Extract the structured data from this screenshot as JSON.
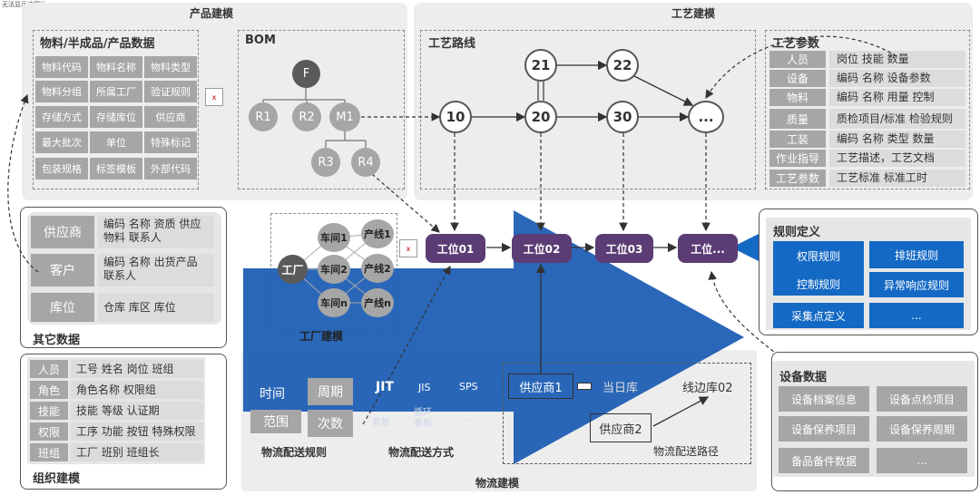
{
  "broken_image_alt": "无法显示该图片。",
  "broken_image_mark": "x",
  "product_modeling": {
    "title": "产品建模",
    "material_data": {
      "title": "物料/半成品/产品数据",
      "cells": [
        "物料代码",
        "物料名称",
        "物料类型",
        "物料分组",
        "所属工厂",
        "验证规则",
        "存储方式",
        "存储库位",
        "供应商",
        "最大批次",
        "单位",
        "特殊标记",
        "包装规格",
        "标签模板",
        "外部代码"
      ]
    },
    "bom": {
      "title": "BOM",
      "nodes": [
        "F",
        "R1",
        "R2",
        "M1",
        "R3",
        "R4"
      ]
    }
  },
  "process_modeling": {
    "title": "工艺建模",
    "route": {
      "title": "工艺路线",
      "nodes": [
        "21",
        "22",
        "10",
        "20",
        "30",
        "..."
      ]
    },
    "params": {
      "title": "工艺参数",
      "rows": [
        {
          "label": "人员",
          "value": "岗位  技能  数量"
        },
        {
          "label": "设备",
          "value": "编码  名称   设备参数"
        },
        {
          "label": "物料",
          "value": "编码   名称  用量  控制"
        },
        {
          "label": "质量",
          "value": "质检项目/标准  检验规则"
        },
        {
          "label": "工装",
          "value": "编码   名称   类型  数量"
        },
        {
          "label": "作业指导",
          "value": "工艺描述，工艺文档"
        },
        {
          "label": "工艺参数",
          "value": "工艺标准  标准工时"
        }
      ]
    }
  },
  "other_data": {
    "title": "其它数据",
    "rows": [
      {
        "label": "供应商",
        "value": "编码 名称 资质 供应物料 联系人"
      },
      {
        "label": "客户",
        "value": "编码 名称 出货产品 联系人"
      },
      {
        "label": "库位",
        "value": "仓库 库区 库位"
      }
    ]
  },
  "org_modeling": {
    "title": "组织建模",
    "rows": [
      {
        "label": "人员",
        "value": "工号  姓名  岗位  班组"
      },
      {
        "label": "角色",
        "value": "角色名称  权限组"
      },
      {
        "label": "技能",
        "value": "技能  等级  认证期"
      },
      {
        "label": "权限",
        "value": "工序 功能 按钮 特殊权限"
      },
      {
        "label": "班组",
        "value": "工厂  班别   班组长"
      }
    ]
  },
  "factory_modeling": {
    "title": "工厂建模",
    "factory": "工厂",
    "workshops": [
      "车间1",
      "车间2",
      "车间n"
    ],
    "lines": [
      "产线1",
      "产线2",
      "产线n"
    ]
  },
  "stations": [
    "工位01",
    "工位02",
    "工位03",
    "工位..."
  ],
  "rule_def": {
    "title": "规则定义",
    "items": [
      "权限规则",
      "排班规则",
      "控制规则",
      "异常响应规则",
      "采集点定义",
      "..."
    ]
  },
  "equipment_data": {
    "title": "设备数据",
    "items": [
      "设备档案信息",
      "设备点检项目",
      "设备保养项目",
      "设备保养周期",
      "备品备件数据",
      "..."
    ]
  },
  "logistics_modeling": {
    "title": "物流建模",
    "rules": {
      "title": "物流配送规则",
      "items": [
        "时间",
        "周期",
        "范围",
        "次数"
      ]
    },
    "methods": {
      "title": "物流配送方式",
      "items": [
        "JIT",
        "JIS",
        "SPS",
        "看板",
        "循环看板",
        "..."
      ]
    },
    "paths": {
      "title": "物流配送路径",
      "supplier1": "供应商1",
      "same_day": "当日库",
      "line_store": "线边库02",
      "supplier2": "供应商2"
    }
  },
  "colors": {
    "panel": "#ededed",
    "cell": "#a6a6a6",
    "station": "#5b3c74",
    "blue": "#1469c4",
    "arrow": "#1f5fb4"
  }
}
